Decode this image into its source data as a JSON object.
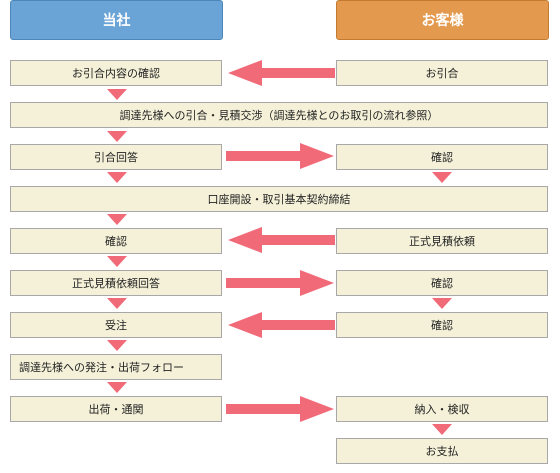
{
  "headers": {
    "company": "当社",
    "customer": "お客様"
  },
  "steps": {
    "l1": "お引合内容の確認",
    "r1": "お引合",
    "f1": "調達先様への引合・見積交渉（調達先様とのお取引の流れ参照）",
    "l2": "引合回答",
    "r2": "確認",
    "f2": "口座開設・取引基本契約締結",
    "l3": "確認",
    "r3": "正式見積依頼",
    "l4": "正式見積依頼回答",
    "r4": "確認",
    "l5": "受注",
    "r5": "確認",
    "l6": "調達先様への発注・出荷フォロー",
    "l7": "出荷・通関",
    "r7": "納入・検収",
    "r8": "お支払"
  },
  "colors": {
    "company_header": "#6aa3d5",
    "customer_header": "#e39a4e",
    "box": "#f4f1d8",
    "arrow": "#f06a78"
  }
}
